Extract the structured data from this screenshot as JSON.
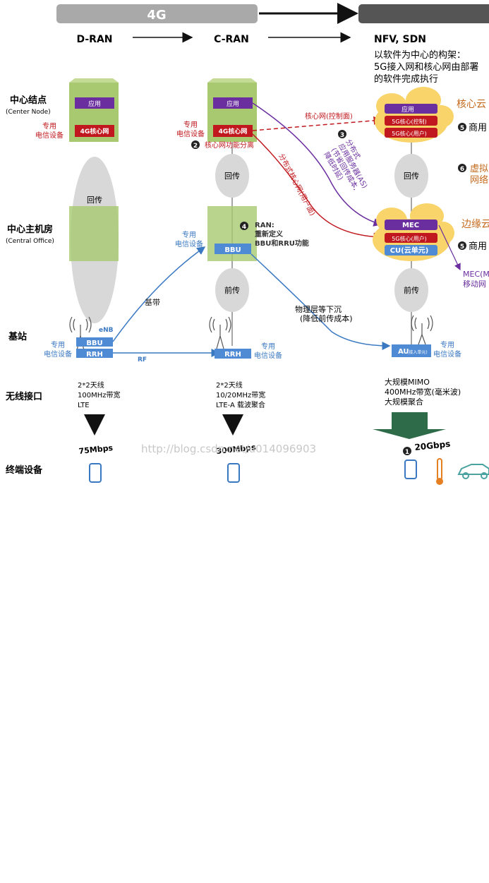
{
  "banner": {
    "left": "4G",
    "right": ""
  },
  "columns": {
    "dran": "D-RAN",
    "cran": "C-RAN",
    "nfv": "NFV, SDN"
  },
  "nfv_desc": [
    "以软件为中心的构架：",
    "5G接入网和核心网由部署",
    "的软件完成执行"
  ],
  "rows": {
    "center_node": "中心结点",
    "center_node_en": "(Center Node)",
    "central_office": "中心主机房",
    "central_office_en": "(Central Office)",
    "base_station": "基站",
    "radio_interface": "无线接口",
    "terminal": "终端设备"
  },
  "labels": {
    "app": "应用",
    "core4g": "4G核心网",
    "dedicated": [
      "专用",
      "电信设备"
    ],
    "backhaul": "回传",
    "fronthaul": "前传",
    "bbu": "BBU",
    "rrh": "RRH",
    "enb": "eNB",
    "rf": "RF",
    "baseband": "基带",
    "core_split": "核心网功能分离",
    "ran_redefine": [
      "RAN:",
      "重新定义",
      "BBU和RRU功能"
    ],
    "core_control": "核心网(控制面)",
    "dist_core_user": "分布式核心网(用户面)",
    "dist_as": [
      "分布式",
      "应用服务器(AS)",
      "(节省回传成本,",
      "降低时延)"
    ],
    "phy_sink": [
      "物理层等下沉",
      "(降低前传成本)"
    ],
    "core_cloud": "核心云",
    "commercial": "商用",
    "virtual": [
      "虚拟",
      "网络"
    ],
    "edge_cloud": "边缘云",
    "mec": "MEC",
    "g5_control": "5G核心(控制)",
    "g5_user": "5G核心(用户)",
    "cu": "CU(云单元)",
    "au": "AU",
    "au_sub": "(接入单元)",
    "mec_note": [
      "MEC(M",
      "移动网"
    ]
  },
  "radio": {
    "dran": [
      "2*2天线",
      "100MHz带宽",
      "LTE"
    ],
    "cran": [
      "2*2天线",
      "10/20MHz带宽",
      "LTE-A 载波聚合"
    ],
    "nfv": [
      "大规模MIMO",
      "400MHz带宽(毫米波)",
      "大规模聚合"
    ]
  },
  "speeds": {
    "dran": "75Mbps",
    "cran": "300Mbps",
    "nfv": "20Gbps"
  },
  "markers": {
    "m1": "1",
    "m2": "2",
    "m3": "3",
    "m4": "4",
    "m5": "5",
    "m6": "6"
  },
  "watermark": "http://blog.csdn.net/u014096903",
  "colors": {
    "purple": "#6a2e9e",
    "red": "#c0181e",
    "blue": "#3a78c2",
    "green": "#9cc15a",
    "cloud": "#f9d46b",
    "arrow_green": "#2e6b48"
  }
}
